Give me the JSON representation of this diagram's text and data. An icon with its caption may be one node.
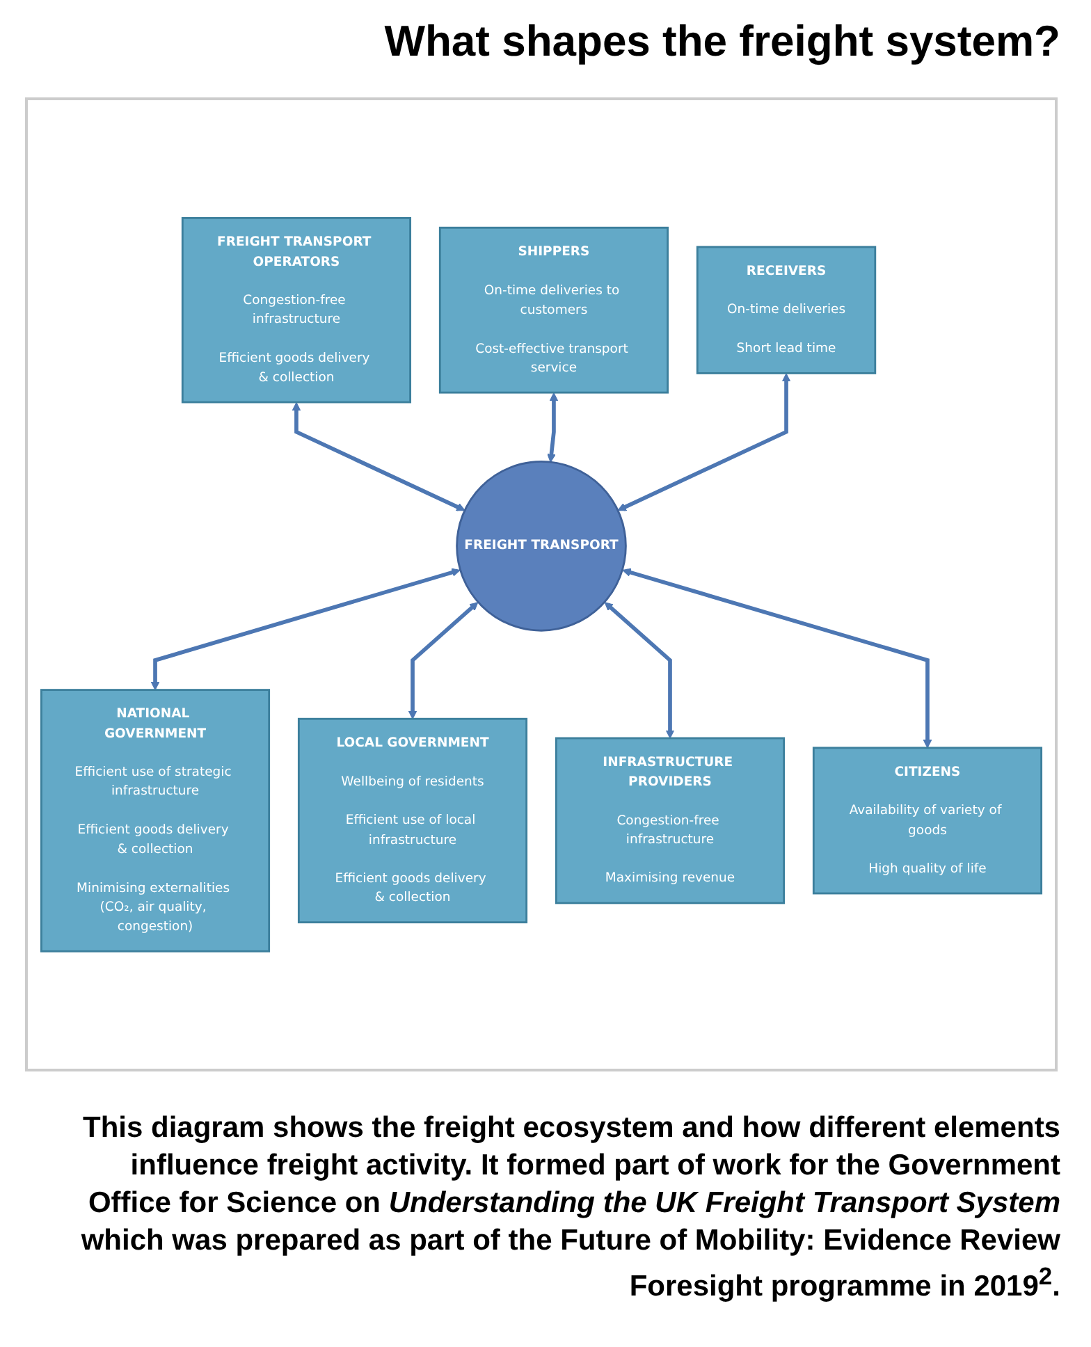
{
  "diagram": {
    "title": "What shapes the freight system?",
    "caption": "This diagram shows the freight ecosystem and how different elements influence freight activity. It formed part of work for the Government Office for Science on *Understanding the UK Freight Transport System* which was prepared as part of the Future of Mobility: Evidence Review Foresight programme in 2019$^{2}$.",
    "nodes": [
      {
        "text": [
          "FREIGHT TRANSPORT OPERATORS",
          "Congestion-free infrastructure",
          "Efficient goods delivery & collection"
        ]
      },
      {
        "text": [
          "SHIPPERS",
          "On-time deliveries to customers",
          "Cost-effective transport service"
        ]
      },
      {
        "text": [
          "RECEIVERS",
          "On-time deliveries",
          "Short lead time"
        ]
      },
      {
        "text": [
          "FREIGHT TRANSPORT"
        ]
      },
      {
        "text": [
          "NATIONAL GOVERNMENT",
          "Efficient use of strategic infrastructure",
          "Efficient goods delivery & collection",
          "Minimising externalities (CO₂, air quality, congestion)"
        ]
      },
      {
        "text": [
          "LOCAL GOVERNMENT",
          "Wellbeing of residents",
          "Efficient use of local infrastructure",
          "Efficient goods delivery & collection"
        ]
      },
      {
        "text": [
          "INFRASTRUCTURE PROVIDERS",
          "Congestion-free infrastructure",
          "Maximising revenue"
        ]
      },
      {
        "text": [
          "CITIZENS",
          "Availability of variety of goods",
          "High quality of life"
        ]
      }
    ],
    "edges": [
      {
        "from": 0,
        "to": 3,
        "arrow": "both"
      },
      {
        "from": 1,
        "to": 3,
        "arrow": "both"
      },
      {
        "from": 2,
        "to": 3,
        "arrow": "both"
      },
      {
        "from": 3,
        "to": 4,
        "arrow": "both"
      },
      {
        "from": 3,
        "to": 5,
        "arrow": "both"
      },
      {
        "from": 3,
        "to": 6,
        "arrow": "both"
      },
      {
        "from": 3,
        "to": 7,
        "arrow": "both"
      }
    ]
  }
}
